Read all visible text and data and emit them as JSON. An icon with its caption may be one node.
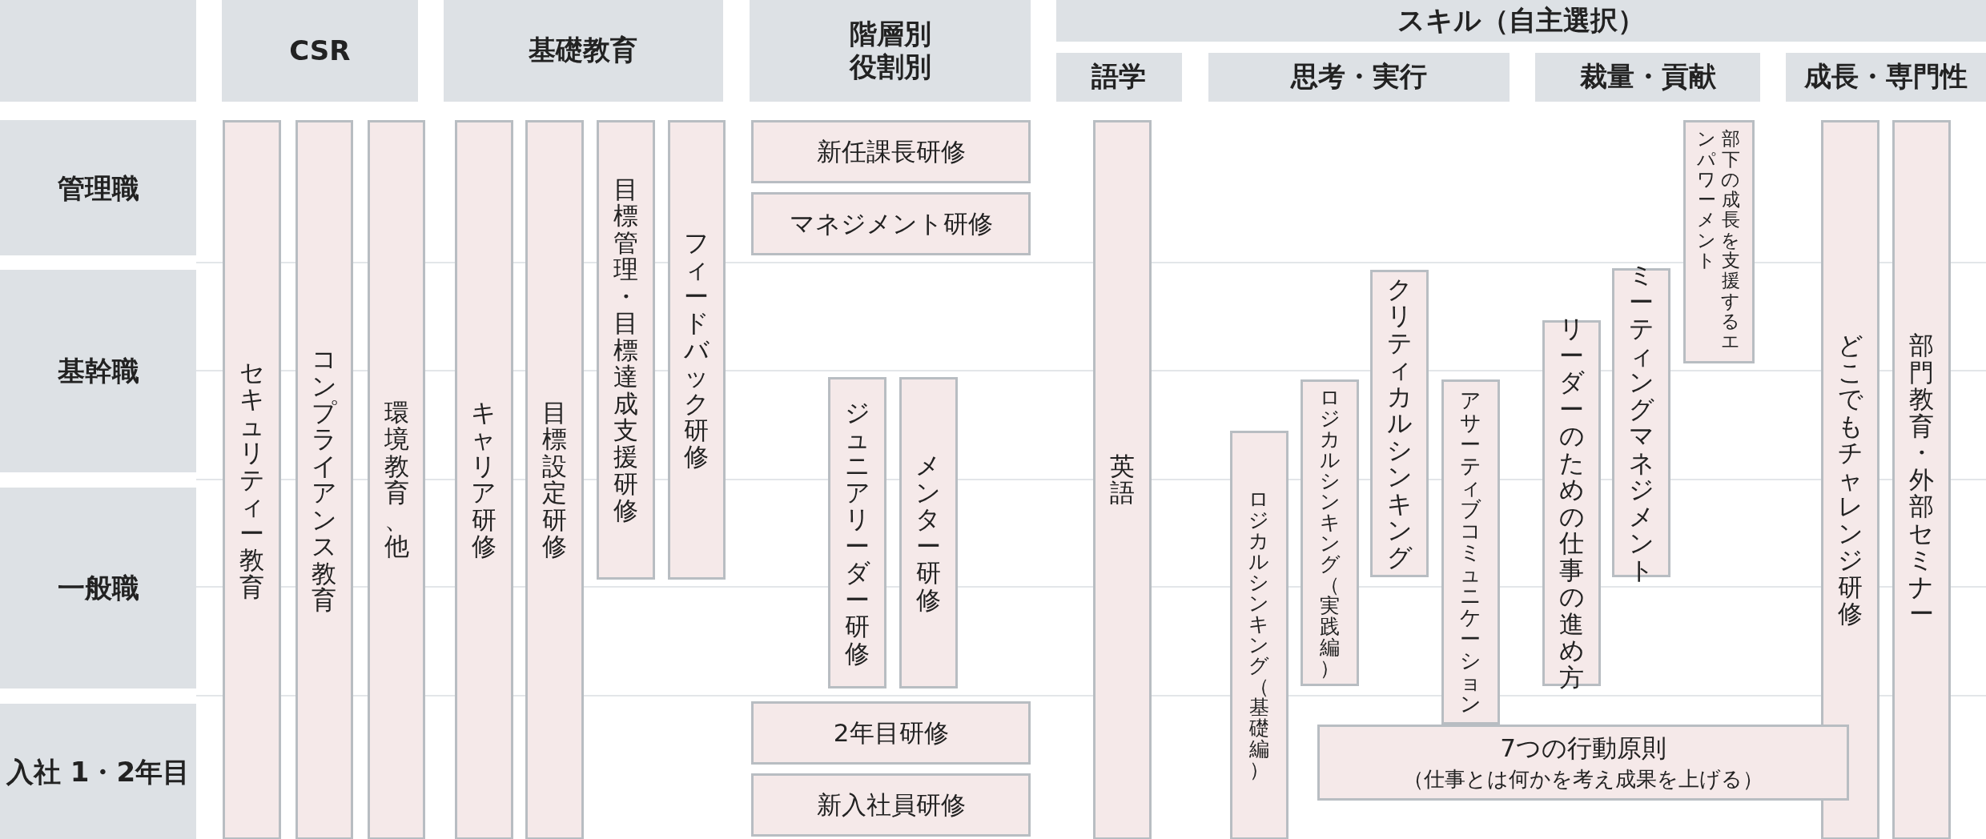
{
  "diagram": {
    "nodes": [
      {
        "text": [],
        "shape": "box"
      },
      {
        "text": [
          "CSR"
        ]
      },
      {
        "text": [
          "基礎教育"
        ]
      },
      {
        "text": [
          "階層別役割別"
        ]
      },
      {
        "text": [
          "スキル（自主選択）"
        ]
      },
      {
        "text": [
          "語学"
        ]
      },
      {
        "text": [
          "思考・実行"
        ]
      },
      {
        "text": [
          "裁量・貢献"
        ]
      },
      {
        "text": [
          "成長・専門性"
        ]
      },
      {
        "text": [
          "管理職"
        ]
      },
      {
        "text": [
          "基幹職"
        ]
      },
      {
        "text": [
          "一般職"
        ]
      },
      {
        "text": [
          "入社 1・2年目"
        ]
      },
      {
        "text": [
          "セキュリティー教育"
        ]
      },
      {
        "text": [
          "コンプライアンス教育"
        ]
      },
      {
        "text": [
          "環境教育、他"
        ]
      },
      {
        "text": [
          "キャリア研修"
        ]
      },
      {
        "text": [
          "目標設定研修"
        ]
      },
      {
        "text": [
          "目標管理・目標達成支援研修"
        ]
      },
      {
        "text": [
          "フィードバック研修"
        ]
      },
      {
        "text": [
          "新任課長研修"
        ]
      },
      {
        "text": [
          "マネジメント研修"
        ]
      },
      {
        "text": [
          "ジュニアリーダー研修"
        ]
      },
      {
        "text": [
          "メンター研修"
        ]
      },
      {
        "text": [
          "2年目研修"
        ]
      },
      {
        "text": [
          "新入社員研修"
        ]
      },
      {
        "text": [
          "英語"
        ]
      },
      {
        "text": [
          "ロジカルシンキング（基礎編）"
        ]
      },
      {
        "text": [
          "ロジカルシンキング（実践編）"
        ]
      },
      {
        "text": [
          "クリティカルシンキング"
        ]
      },
      {
        "text": [
          "アサーティブコミュニケーション"
        ]
      },
      {
        "text": [
          "リーダーのための仕事の進め方"
        ]
      },
      {
        "text": [
          "ミーティングマネジメント"
        ]
      },
      {
        "text": [
          "部下の成長を支援するエンパワーメント"
        ]
      },
      {
        "text": [
          "どこでもチャレンジ研修"
        ]
      },
      {
        "text": [
          "部門教育・外部セミナー"
        ]
      },
      {
        "text": [
          "7つの行動原則",
          "（仕事とは何かを考え成果を上げる）"
        ]
      }
    ]
  }
}
